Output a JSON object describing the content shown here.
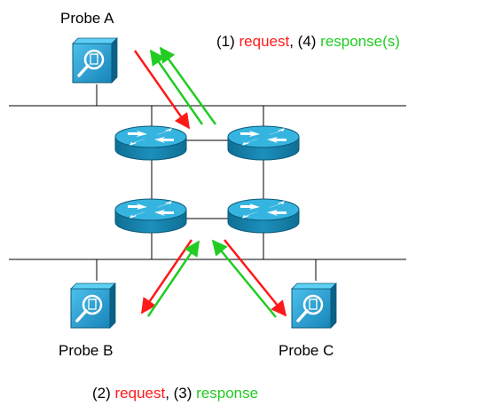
{
  "probes": {
    "a": "Probe A",
    "b": "Probe B",
    "c": "Probe C"
  },
  "top_legend": {
    "prefix1": "(1) ",
    "request": "request",
    "sep": ", (4) ",
    "response": "response(s)"
  },
  "bottom_legend": {
    "prefix1": "(2) ",
    "request": "request",
    "sep": ", (3) ",
    "response": "response"
  },
  "colors": {
    "request": "#ff1a1a",
    "response": "#22cc22",
    "router_fill": "#1a8fb5",
    "router_top": "#2aa9d6",
    "probe_fill": "#2a9fd0",
    "line": "#000000"
  },
  "icons": {
    "probe": "probe-icon",
    "router": "router-icon"
  }
}
